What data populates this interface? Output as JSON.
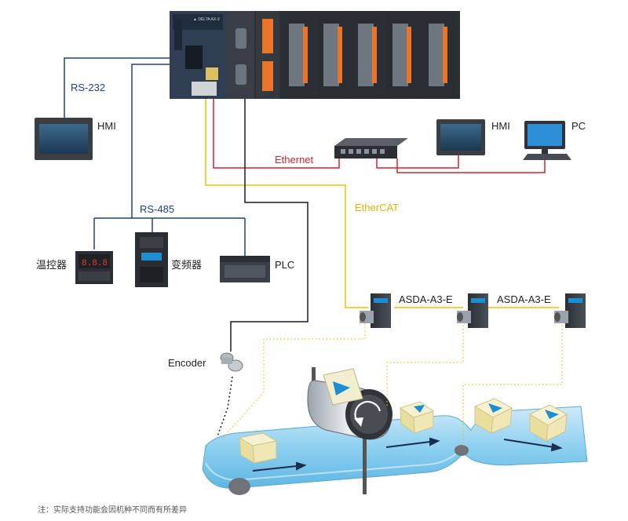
{
  "labels": {
    "rs232": "RS-232",
    "rs485": "RS-485",
    "ethernet": "Ethernet",
    "ethercat": "EtherCAT",
    "hmi_left": "HMI",
    "hmi_right": "HMI",
    "pc": "PC",
    "temp_controller": "温控器",
    "inverter": "变频器",
    "plc": "PLC",
    "encoder": "Encoder",
    "servo_1": "ASDA-A3-E",
    "servo_2": "ASDA-A3-E",
    "footnote": "注：实际支持功能会因机种不同而有所差异"
  },
  "colors": {
    "rs232": "#1f3f8f",
    "rs485": "#1f3f8f",
    "ethernet": "#d9232d",
    "ethercat": "#f2c200",
    "encoder_cable": "#1a1a1a",
    "conveyor": "#7fc6ea",
    "accent_blue": "#1b8fd2"
  },
  "icons": {
    "controller": "plc-rack-icon",
    "hmi": "touch-panel-icon",
    "pc": "desktop-computer-icon",
    "switch": "network-switch-icon",
    "temp_controller": "temperature-controller-icon",
    "inverter": "inverter-drive-icon",
    "plc": "compact-plc-icon",
    "servo": "servo-drive-icon",
    "encoder": "rotary-encoder-icon"
  }
}
